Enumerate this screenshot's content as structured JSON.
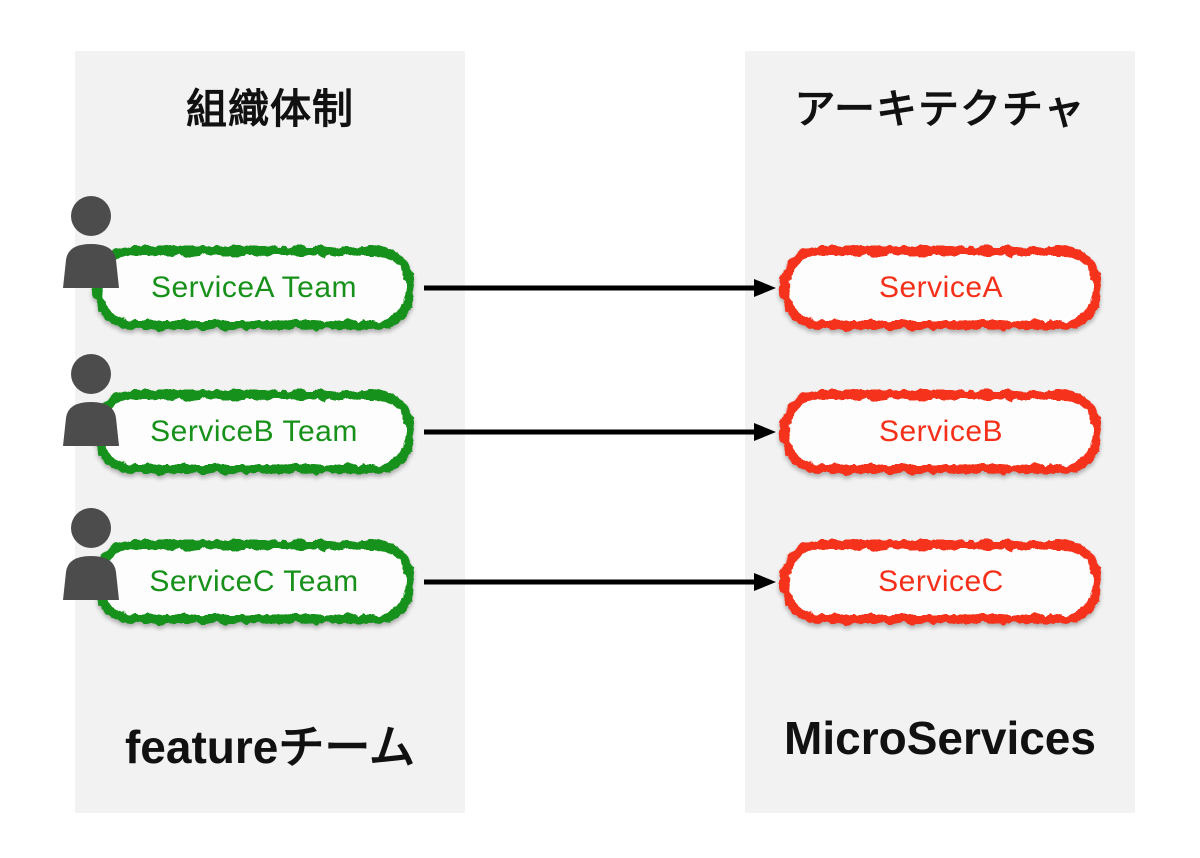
{
  "left_panel": {
    "title": "組織体制",
    "caption": "featureチーム"
  },
  "right_panel": {
    "title": "アーキテクチャ",
    "caption": "MicroServices"
  },
  "rows": [
    {
      "team": "ServiceA Team",
      "service": "ServiceA"
    },
    {
      "team": "ServiceB Team",
      "service": "ServiceB"
    },
    {
      "team": "ServiceC Team",
      "service": "ServiceC"
    }
  ],
  "icons": {
    "person": "person-silhouette"
  },
  "colors": {
    "team": "#17911a",
    "service": "#f5301a",
    "panel_bg": "#f2f2f2",
    "person": "#4c4c4c",
    "arrow": "#000000",
    "title_text": "#111111"
  }
}
